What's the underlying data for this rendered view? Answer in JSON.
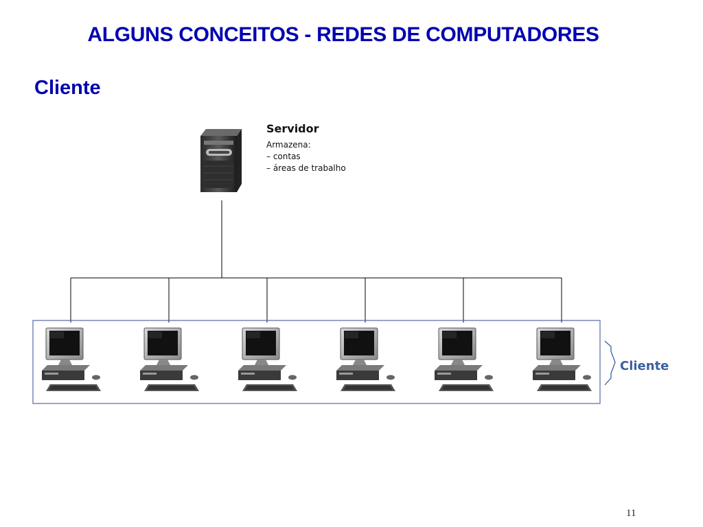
{
  "slide": {
    "title": "ALGUNS CONCEITOS - REDES DE COMPUTADORES",
    "heading": "Cliente",
    "page_number": "11"
  },
  "server": {
    "name": "Servidor",
    "description": [
      "Armazena:",
      "– contas",
      "– áreas de trabalho"
    ],
    "icon": "server-tower-icon"
  },
  "clients": {
    "label": "Cliente",
    "count": 6,
    "icon": "desktop-computer-icon"
  },
  "colors": {
    "title": "#0000b0",
    "client_box": "#5566aa",
    "client_label": "#3a5fa0",
    "lines": "#000000"
  }
}
